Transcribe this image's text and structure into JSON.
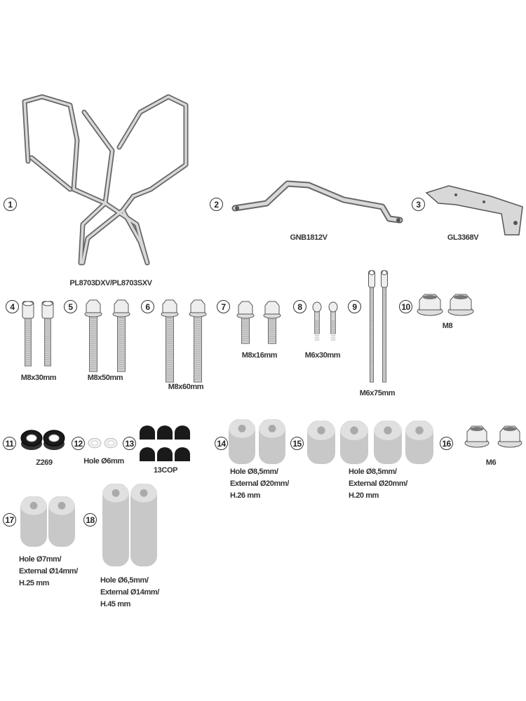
{
  "parts": [
    {
      "number": "1",
      "label": "PL8703DXV/PL8703SXV"
    },
    {
      "number": "2",
      "label": "GNB1812V"
    },
    {
      "number": "3",
      "label": "GL3368V"
    },
    {
      "number": "4",
      "label": "M8x30mm"
    },
    {
      "number": "5",
      "label": "M8x50mm"
    },
    {
      "number": "6",
      "label": "M8x60mm"
    },
    {
      "number": "7",
      "label": "M8x16mm"
    },
    {
      "number": "8",
      "label": "M6x30mm"
    },
    {
      "number": "9",
      "label": "M6x75mm"
    },
    {
      "number": "10",
      "label": "M8"
    },
    {
      "number": "11",
      "label": "Z269"
    },
    {
      "number": "12",
      "label": "Hole Ø6mm"
    },
    {
      "number": "13",
      "label": "13COP"
    },
    {
      "number": "14",
      "lines": [
        "Hole Ø8,5mm/",
        "External Ø20mm/",
        "H.26 mm"
      ]
    },
    {
      "number": "15",
      "lines": [
        "Hole Ø8,5mm/",
        "External Ø20mm/",
        "H.20 mm"
      ]
    },
    {
      "number": "16",
      "label": "M6"
    },
    {
      "number": "17",
      "lines": [
        "Hole Ø7mm/",
        "External Ø14mm/",
        "H.25 mm"
      ]
    },
    {
      "number": "18",
      "lines": [
        "Hole Ø6,5mm/",
        "External Ø14mm/",
        "H.45 mm"
      ]
    }
  ],
  "colors": {
    "metal": "#d4d4d4",
    "outline": "#555555",
    "spacer": "#c8c8c8",
    "rubber": "#1a1a1a"
  }
}
